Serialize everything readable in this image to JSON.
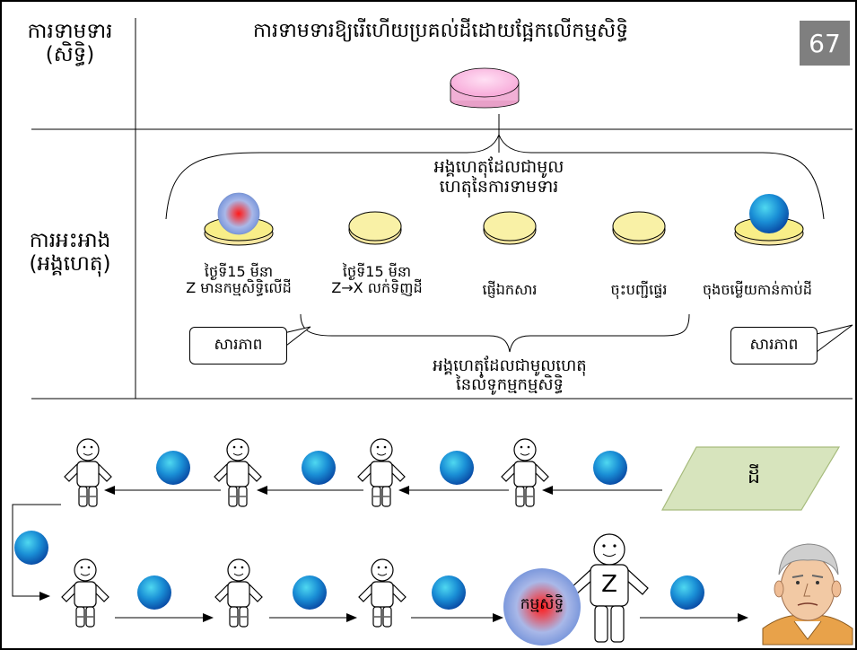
{
  "page_number": "67",
  "header": {
    "left_label_line1": "ការទាមទារ",
    "left_label_line2": "(សិទ្ធិ)",
    "title": "ការទាមទារឱ្យរើហើយប្រគល់ដីដោយផ្អែកលើកម្មសិទ្ធិ"
  },
  "middle": {
    "left_label_line1": "ការអះអាង",
    "left_label_line2": "(អង្គហេតុ)",
    "top_brace_line1": "អង្គហេតុដែលជាមូល",
    "top_brace_line2": "ហេតុនៃការទាមទារ",
    "bottom_brace_line1": "អង្គហេតុដែលជាមូលហេតុ",
    "bottom_brace_line2": "នៃលំទូកម្មកម្មសិទ្ធិ",
    "facts": [
      {
        "line1": "ថ្ងៃទី15 មីនា",
        "line2": "Z មានកម្មសិទ្ធិលើដី"
      },
      {
        "line1": "ថ្ងៃទី15 មីនា",
        "line2": "Z→X   លក់ទិញដី"
      },
      {
        "line1": "ផ្ញើឯកសារ",
        "line2": ""
      },
      {
        "line1": "ចុះបញ្ជីផ្ទេរ",
        "line2": ""
      },
      {
        "line1": "ចុងចម្លើយកាន់កាប់ដី",
        "line2": ""
      }
    ],
    "callout_left": "សារភាព",
    "callout_right": "សារភាព"
  },
  "bottom": {
    "land_label": "ដី",
    "ownership_label": "កម្មសិទ្ធិ",
    "z_label": "Z"
  }
}
